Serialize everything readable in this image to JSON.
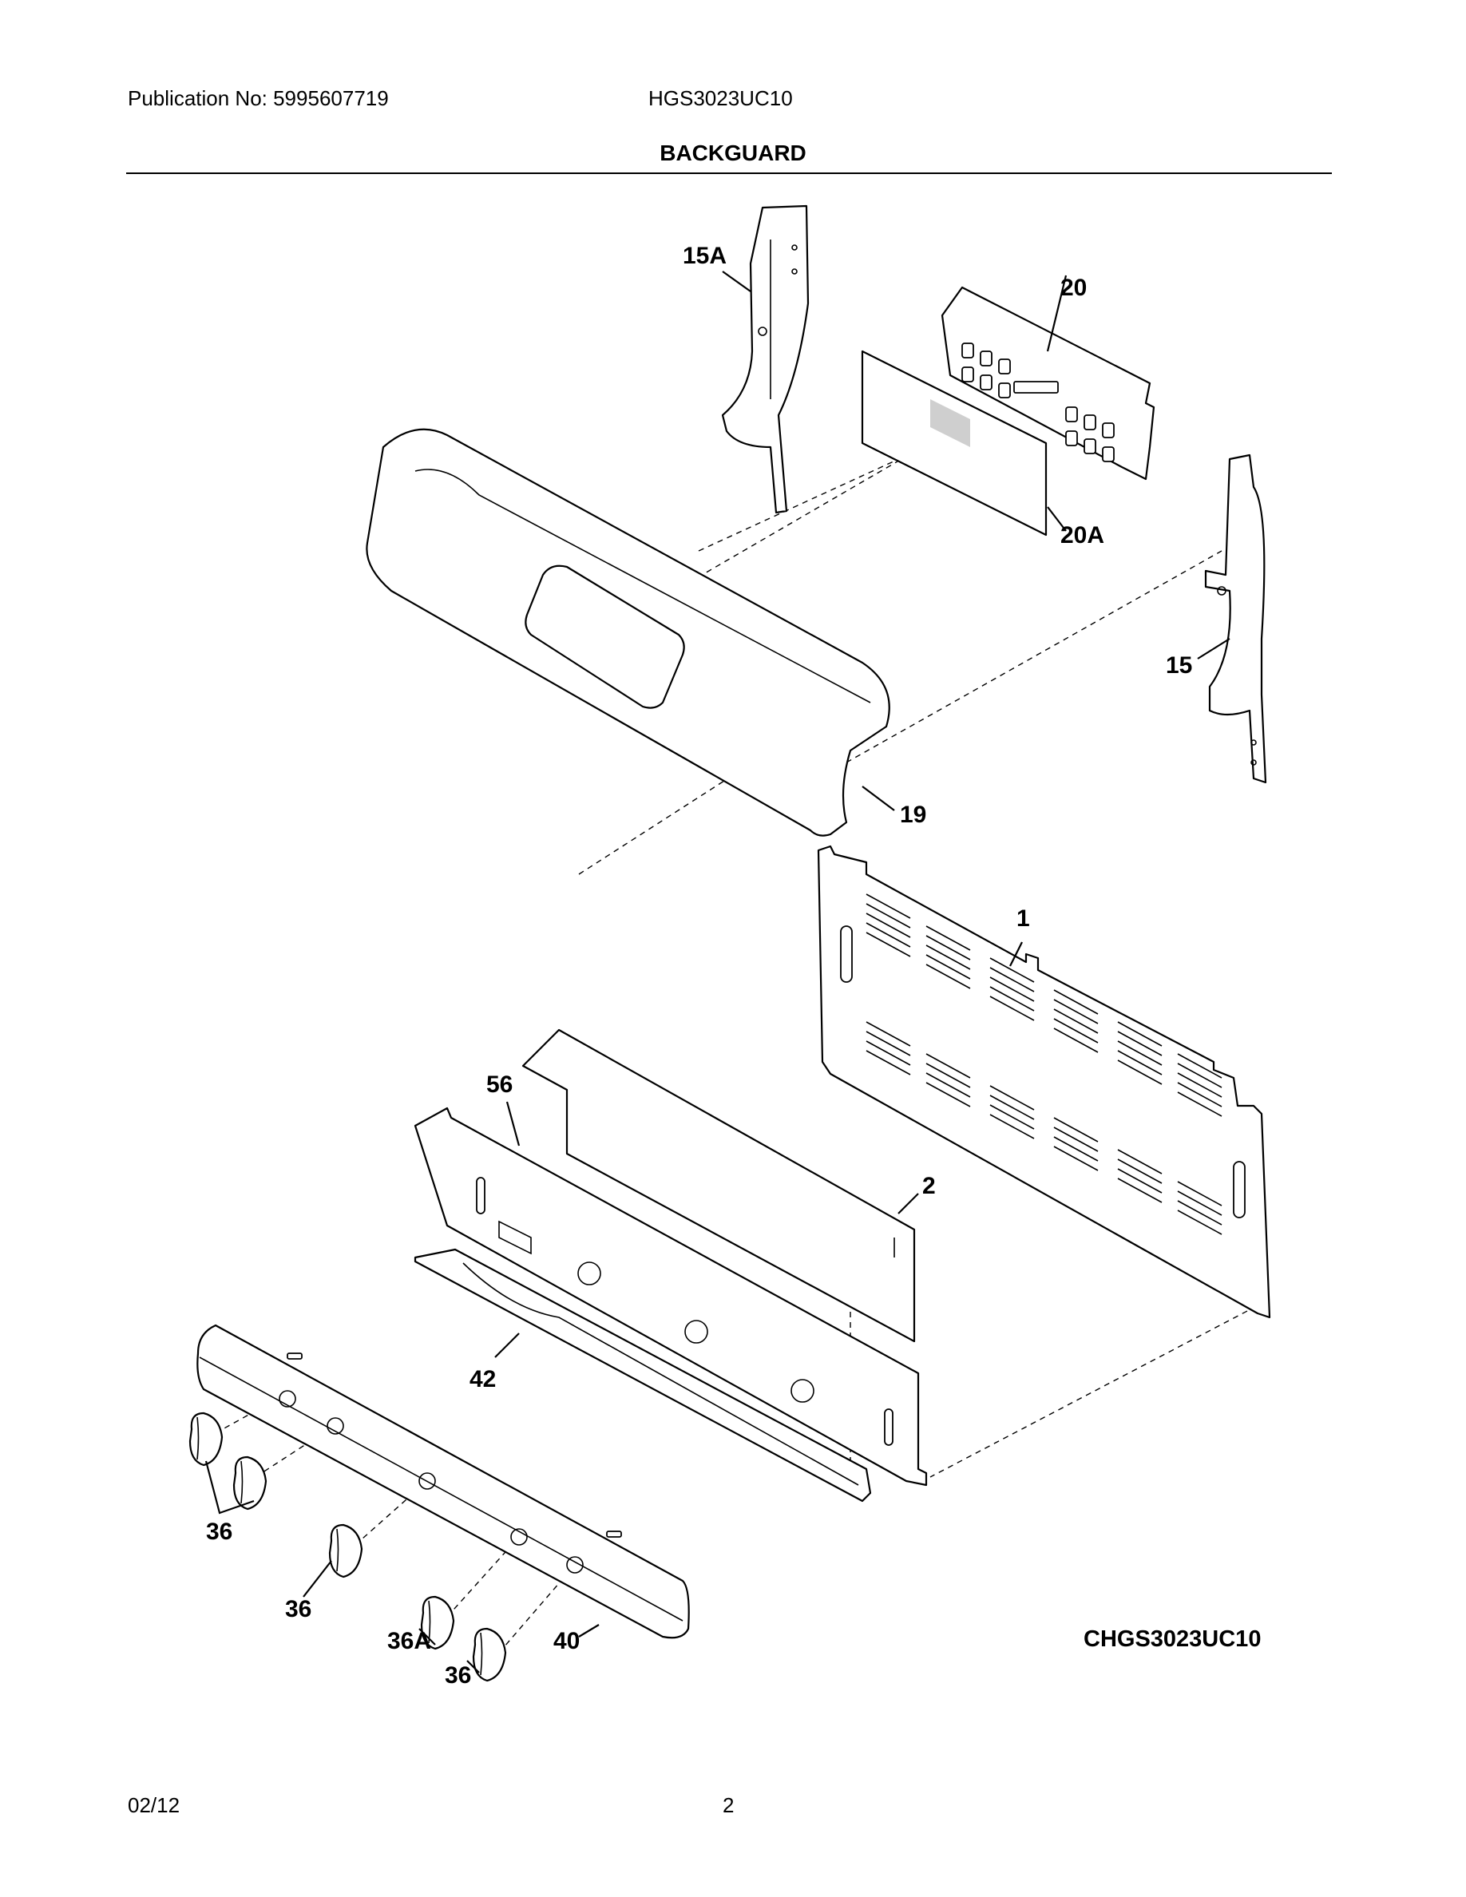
{
  "header": {
    "publication": "Publication No: 5995607719",
    "model": "HGS3023UC10",
    "section_title": "BACKGUARD"
  },
  "callouts": {
    "p15A": "15A",
    "p20": "20",
    "p20A": "20A",
    "p15": "15",
    "p19": "19",
    "p1": "1",
    "p56": "56",
    "p2": "2",
    "p42": "42",
    "p36a": "36",
    "p36b": "36",
    "p36A": "36A",
    "p36c": "36",
    "p40": "40"
  },
  "diagram_code": "CHGS3023UC10",
  "footer": {
    "date": "02/12",
    "page": "2"
  }
}
